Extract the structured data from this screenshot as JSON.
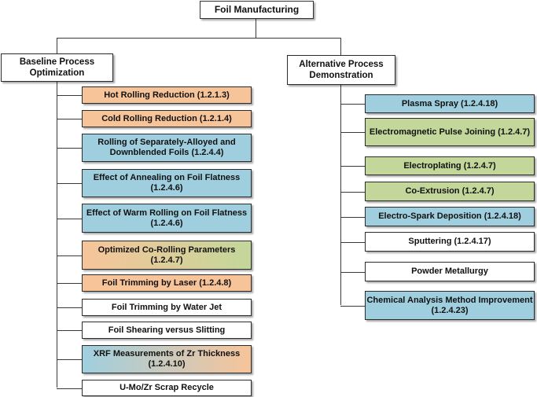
{
  "colors": {
    "orange": "#f7c49a",
    "blue": "#9fcfdf",
    "green": "#c3d79a",
    "white": "#ffffff",
    "line": "#3a3a3a"
  },
  "root": {
    "label": "Foil Manufacturing"
  },
  "baseline": {
    "label": "Baseline Process Optimization",
    "items": [
      {
        "label": "Hot Rolling Reduction (1.2.1.3)",
        "color": "orange"
      },
      {
        "label": "Cold Rolling Reduction (1.2.1.4)",
        "color": "orange"
      },
      {
        "label": "Rolling of Separately-Alloyed and Downblended Foils (1.2.4.4)",
        "color": "blue"
      },
      {
        "label": "Effect of Annealing on Foil Flatness (1.2.4.6)",
        "color": "blue"
      },
      {
        "label": "Effect of Warm Rolling on Foil Flatness (1.2.4.6)",
        "color": "blue"
      },
      {
        "label": "Optimized Co-Rolling Parameters (1.2.4.7)",
        "color": "orange-green"
      },
      {
        "label": "Foil Trimming by Laser (1.2.4.8)",
        "color": "orange"
      },
      {
        "label": "Foil Trimming by Water Jet",
        "color": "white"
      },
      {
        "label": "Foil Shearing versus Slitting",
        "color": "white"
      },
      {
        "label": "XRF Measurements of Zr Thickness (1.2.4.10)",
        "color": "blue-orange"
      },
      {
        "label": "U-Mo/Zr Scrap Recycle",
        "color": "white"
      }
    ]
  },
  "alternative": {
    "label": "Alternative Process Demonstration",
    "items": [
      {
        "label": "Plasma Spray (1.2.4.18)",
        "color": "blue"
      },
      {
        "label": "Electromagnetic Pulse Joining (1.2.4.7)",
        "color": "green"
      },
      {
        "label": "Electroplating (1.2.4.7)",
        "color": "green"
      },
      {
        "label": "Co-Extrusion (1.2.4.7)",
        "color": "green"
      },
      {
        "label": "Electro-Spark Deposition (1.2.4.18)",
        "color": "blue"
      },
      {
        "label": "Sputtering (1.2.4.17)",
        "color": "white"
      },
      {
        "label": "Powder Metallurgy",
        "color": "white"
      },
      {
        "label": "Chemical Analysis Method Improvement (1.2.4.23)",
        "color": "blue"
      }
    ]
  }
}
